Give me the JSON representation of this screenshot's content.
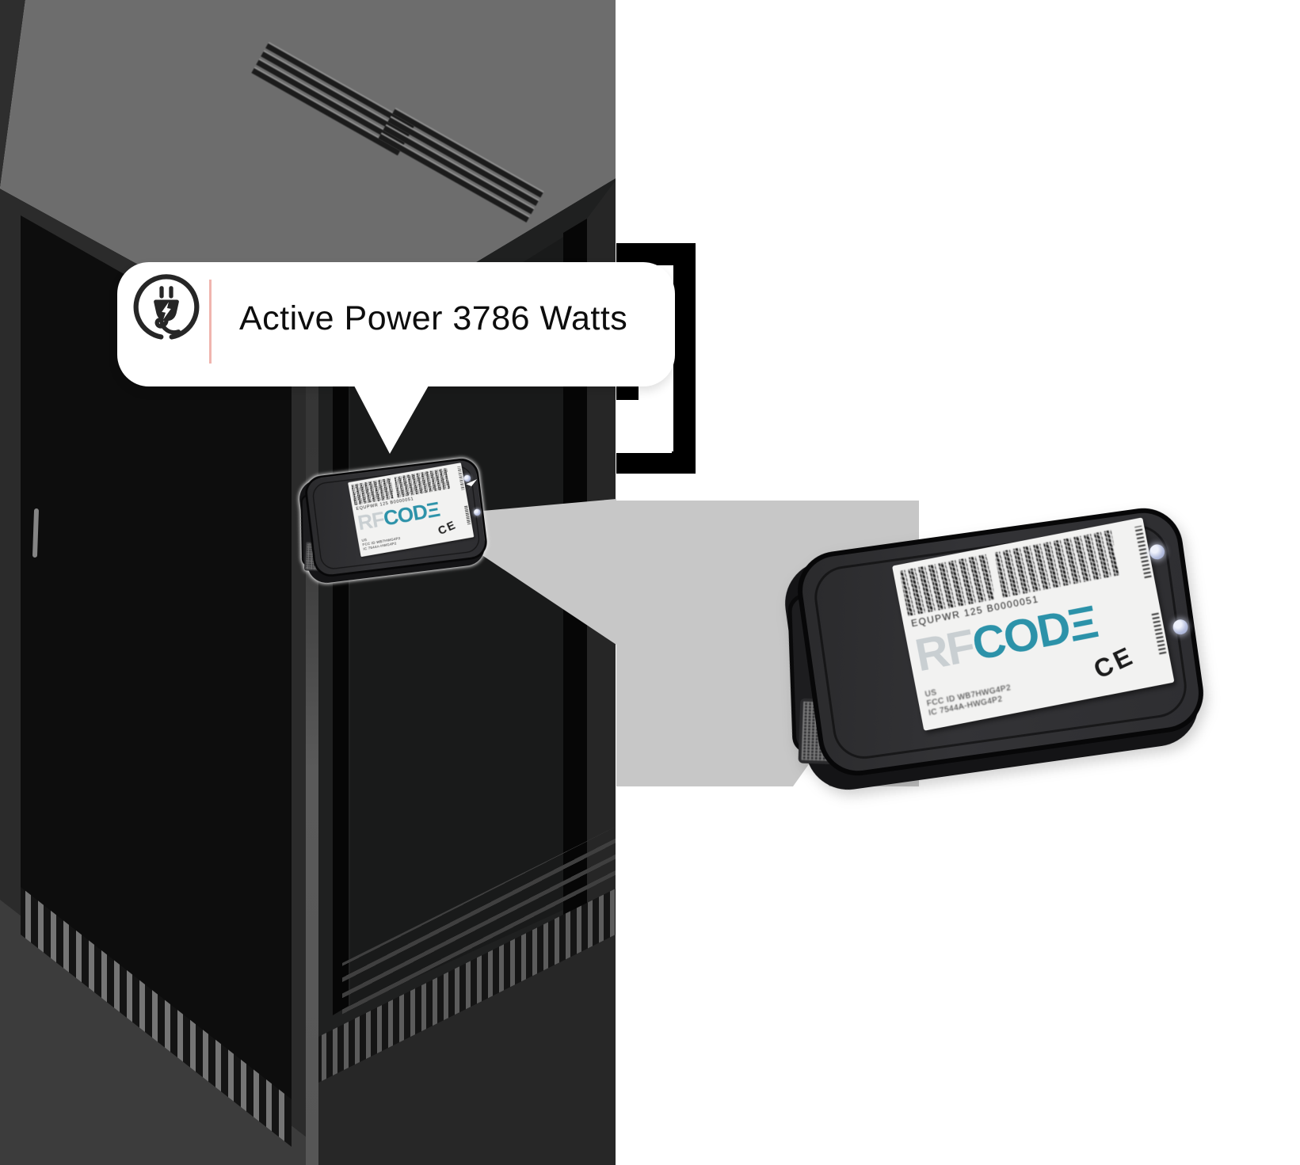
{
  "callout": {
    "text": "Active Power 3786 Watts"
  },
  "device_label": {
    "model_line": "EQUPWR 125 B0000051",
    "logo_rf": "RF",
    "logo_code": "CODΞ",
    "fine_print": [
      "US",
      "FCC ID WB7HWG4P2",
      "IC 7544A-HWG4P2"
    ],
    "ce_mark": "CE"
  },
  "icons": {
    "callout": "power-plug-icon"
  },
  "colors": {
    "brand_teal": "#2c92a9",
    "logo_gray": "#c9cfd2",
    "beam_gray": "#c7c7c7",
    "led_blue": "#b5bede",
    "divider_pink": "#f0b5af",
    "rack_top_gray": "#6d6d6d"
  }
}
